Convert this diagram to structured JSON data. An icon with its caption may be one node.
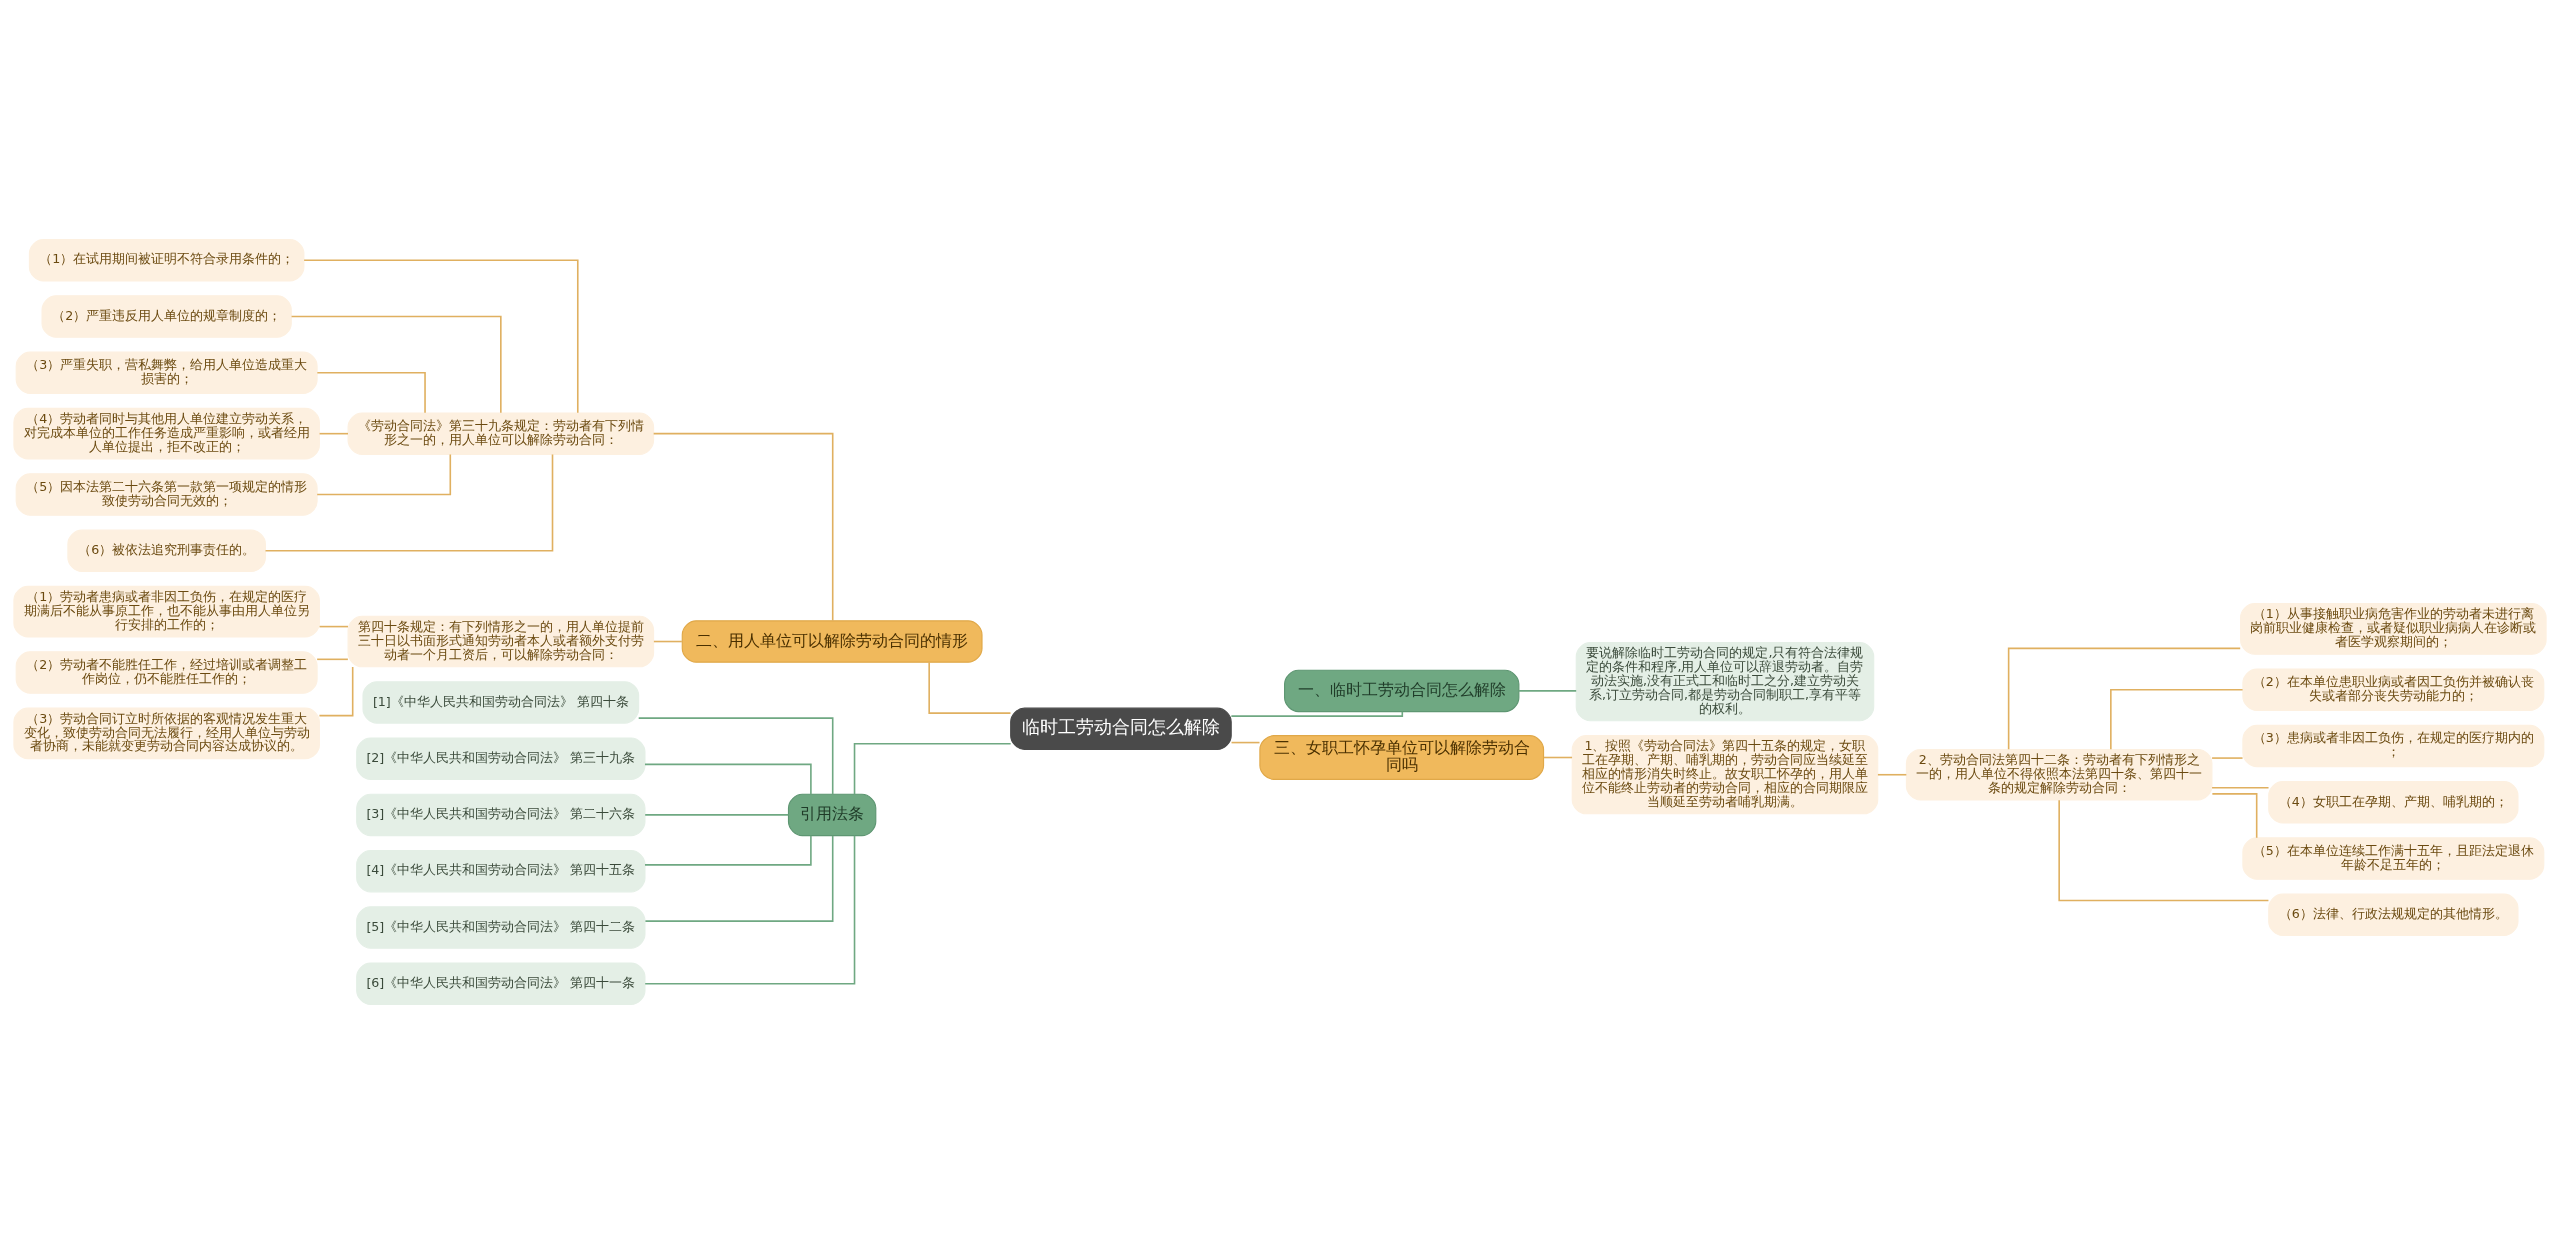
{
  "diagram": {
    "nodes": [
      {
        "text": [
          "临时工劳动合同怎么解除"
        ]
      },
      {
        "text": [
          "一、临时工劳动合同怎么解除"
        ]
      },
      {
        "text": [
          "要说解除临时工劳动合同的规定,只有符合法律规定的条件和程序,用人单位可以辞退劳动者。自劳动法实施,没有正式工和临时工之分,建立劳动关系,订立劳动合同,都是劳动合同制职工,享有平等的权利。"
        ]
      },
      {
        "text": [
          "三、女职工怀孕单位可以解除劳动合同吗"
        ]
      },
      {
        "text": [
          "1、按照《劳动合同法》第四十五条的规定，女职工在孕期、产期、哺乳期的，劳动合同应当续延至相应的情形消失时终止。故女职工怀孕的，用人单位不能终止劳动者的劳动合同，相应的合同期限应当顺延至劳动者哺乳期满。"
        ]
      },
      {
        "text": [
          "2、劳动合同法第四十二条：劳动者有下列情形之一的，用人单位不得依照本法第四十条、第四十一条的规定解除劳动合同："
        ]
      },
      {
        "text": [
          "（1）从事接触职业病危害作业的劳动者未进行离岗前职业健康检查，或者疑似职业病病人在诊断或者医学观察期间的；"
        ]
      },
      {
        "text": [
          "（2）在本单位患职业病或者因工负伤并被确认丧失或者部分丧失劳动能力的；"
        ]
      },
      {
        "text": [
          "（3）患病或者非因工负伤，在规定的医疗期内的；"
        ]
      },
      {
        "text": [
          "（4）女职工在孕期、产期、哺乳期的；"
        ]
      },
      {
        "text": [
          "（5）在本单位连续工作满十五年，且距法定退休年龄不足五年的；"
        ]
      },
      {
        "text": [
          "（6）法律、行政法规规定的其他情形。"
        ]
      },
      {
        "text": [
          "二、用人单位可以解除劳动合同的情形"
        ]
      },
      {
        "text": [
          "《劳动合同法》第三十九条规定：劳动者有下列情形之一的，用人单位可以解除劳动合同："
        ]
      },
      {
        "text": [
          "（1）在试用期间被证明不符合录用条件的；"
        ]
      },
      {
        "text": [
          "（2）严重违反用人单位的规章制度的；"
        ]
      },
      {
        "text": [
          "（3）严重失职，营私舞弊，给用人单位造成重大损害的；"
        ]
      },
      {
        "text": [
          "（4）劳动者同时与其他用人单位建立劳动关系，对完成本单位的工作任务造成严重影响，或者经用人单位提出，拒不改正的；"
        ]
      },
      {
        "text": [
          "（5）因本法第二十六条第一款第一项规定的情形致使劳动合同无效的；"
        ]
      },
      {
        "text": [
          "（6）被依法追究刑事责任的。"
        ]
      },
      {
        "text": [
          "第四十条规定：有下列情形之一的，用人单位提前三十日以书面形式通知劳动者本人或者额外支付劳动者一个月工资后，可以解除劳动合同："
        ]
      },
      {
        "text": [
          "（1）劳动者患病或者非因工负伤，在规定的医疗期满后不能从事原工作，也不能从事由用人单位另行安排的工作的；"
        ]
      },
      {
        "text": [
          "（2）劳动者不能胜任工作，经过培训或者调整工作岗位，仍不能胜任工作的；"
        ]
      },
      {
        "text": [
          "（3）劳动合同订立时所依据的客观情况发生重大变化，致使劳动合同无法履行，经用人单位与劳动者协商，未能就变更劳动合同内容达成协议的。"
        ]
      },
      {
        "text": [
          "引用法条"
        ]
      },
      {
        "text": [
          "[1]《中华人民共和国劳动合同法》 第四十条"
        ]
      },
      {
        "text": [
          "[2]《中华人民共和国劳动合同法》 第三十九条"
        ]
      },
      {
        "text": [
          "[3]《中华人民共和国劳动合同法》 第二十六条"
        ]
      },
      {
        "text": [
          "[4]《中华人民共和国劳动合同法》 第四十五条"
        ]
      },
      {
        "text": [
          "[5]《中华人民共和国劳动合同法》 第四十二条"
        ]
      },
      {
        "text": [
          "[6]《中华人民共和国劳动合同法》 第四十一条"
        ]
      }
    ],
    "edges": [
      {
        "from": 0,
        "to": 1,
        "arrow": "none",
        "color": "#6fa882"
      },
      {
        "from": 1,
        "to": 2,
        "arrow": "none",
        "color": "#6fa882"
      },
      {
        "from": 0,
        "to": 3,
        "arrow": "none"
      },
      {
        "from": 3,
        "to": 4,
        "arrow": "none"
      },
      {
        "from": 4,
        "to": 5,
        "arrow": "none"
      },
      {
        "from": 5,
        "to": 6,
        "arrow": "none"
      },
      {
        "from": 5,
        "to": 7,
        "arrow": "none"
      },
      {
        "from": 5,
        "to": 8,
        "arrow": "none"
      },
      {
        "from": 5,
        "to": 9,
        "arrow": "none"
      },
      {
        "from": 5,
        "to": 10,
        "arrow": "none"
      },
      {
        "from": 5,
        "to": 11,
        "arrow": "none"
      },
      {
        "from": 0,
        "to": 12,
        "arrow": "none"
      },
      {
        "from": 12,
        "to": 13,
        "arrow": "none"
      },
      {
        "from": 13,
        "to": 14,
        "arrow": "none"
      },
      {
        "from": 13,
        "to": 15,
        "arrow": "none"
      },
      {
        "from": 13,
        "to": 16,
        "arrow": "none"
      },
      {
        "from": 13,
        "to": 17,
        "arrow": "none"
      },
      {
        "from": 13,
        "to": 18,
        "arrow": "none"
      },
      {
        "from": 13,
        "to": 19,
        "arrow": "none"
      },
      {
        "from": 12,
        "to": 20,
        "arrow": "none"
      },
      {
        "from": 20,
        "to": 21,
        "arrow": "none"
      },
      {
        "from": 20,
        "to": 22,
        "arrow": "none"
      },
      {
        "from": 20,
        "to": 23,
        "arrow": "none"
      },
      {
        "from": 0,
        "to": 24,
        "arrow": "none",
        "color": "#6fa882"
      },
      {
        "from": 24,
        "to": 25,
        "arrow": "none",
        "color": "#6fa882"
      },
      {
        "from": 24,
        "to": 26,
        "arrow": "none",
        "color": "#6fa882"
      },
      {
        "from": 24,
        "to": 27,
        "arrow": "none",
        "color": "#6fa882"
      },
      {
        "from": 24,
        "to": 28,
        "arrow": "none",
        "color": "#6fa882"
      },
      {
        "from": 24,
        "to": 29,
        "arrow": "none",
        "color": "#6fa882"
      },
      {
        "from": 24,
        "to": 30,
        "arrow": "none",
        "color": "#6fa882"
      }
    ]
  }
}
